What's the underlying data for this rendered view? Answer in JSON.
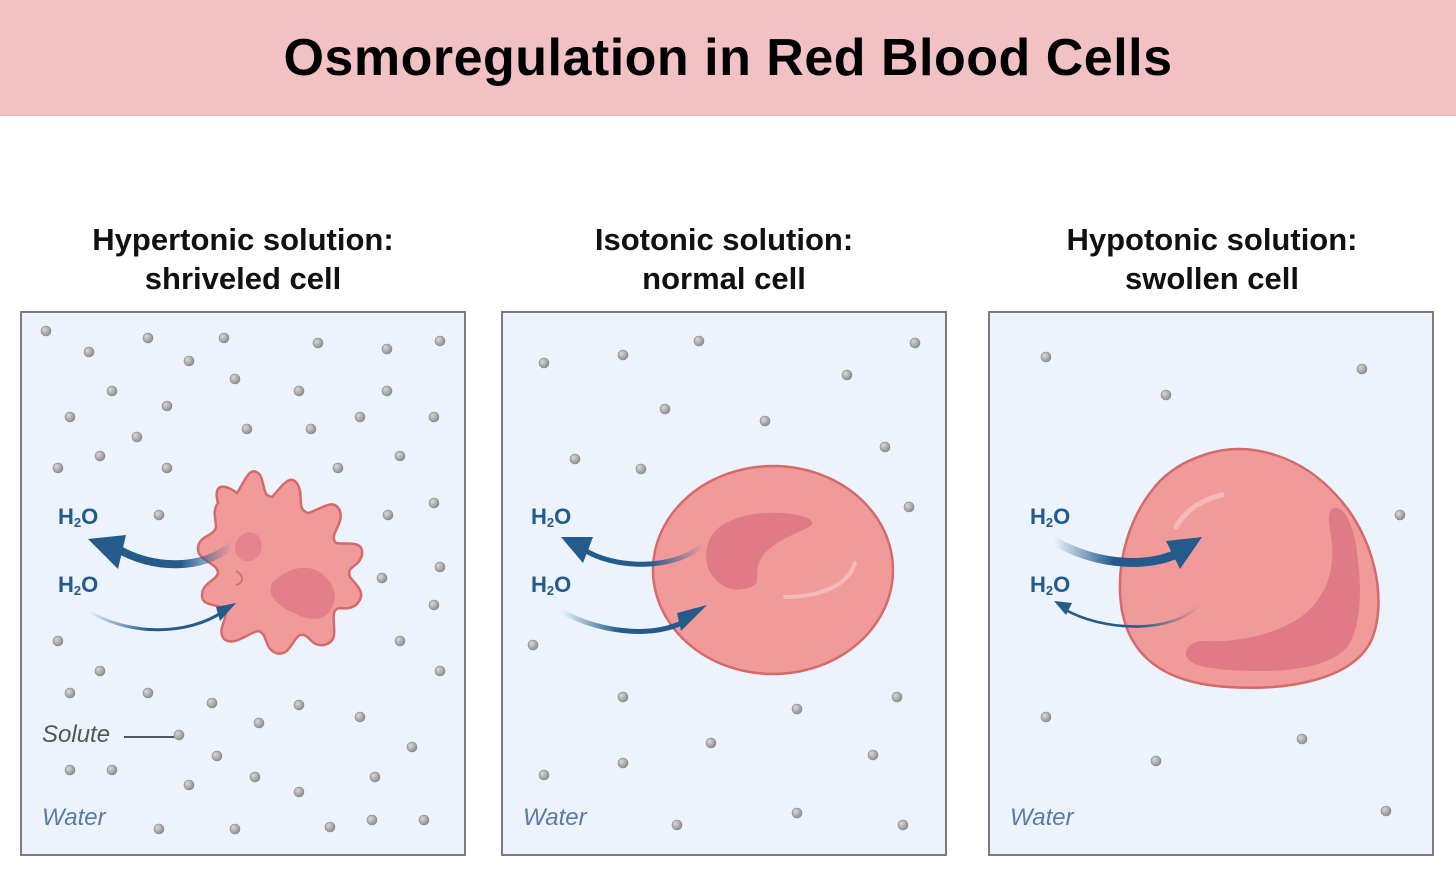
{
  "title": "Osmoregulation in Red Blood Cells",
  "panels": [
    {
      "heading_line1": "Hypertonic solution:",
      "heading_line2": "shriveled cell",
      "water_label": "Water",
      "h2o_out": "H",
      "h2o_in": "H",
      "solute_label": "Solute"
    },
    {
      "heading_line1": "Isotonic solution:",
      "heading_line2": "normal cell",
      "water_label": "Water",
      "h2o_out": "H",
      "h2o_in": "H"
    },
    {
      "heading_line1": "Hypotonic solution:",
      "heading_line2": "swollen cell",
      "water_label": "Water",
      "h2o_out": "H",
      "h2o_in": "H"
    }
  ],
  "molecule_subscript": "2",
  "molecule_suffix": "O",
  "colors": {
    "title_bg": "#f1c1c3",
    "panel_bg": "#ecf3fc",
    "cell_fill": "#f09a9a",
    "cell_inner": "#e07a86",
    "cell_stroke": "#d66a6a",
    "arrow": "#245b8a",
    "solute": "#9e9e9e"
  }
}
